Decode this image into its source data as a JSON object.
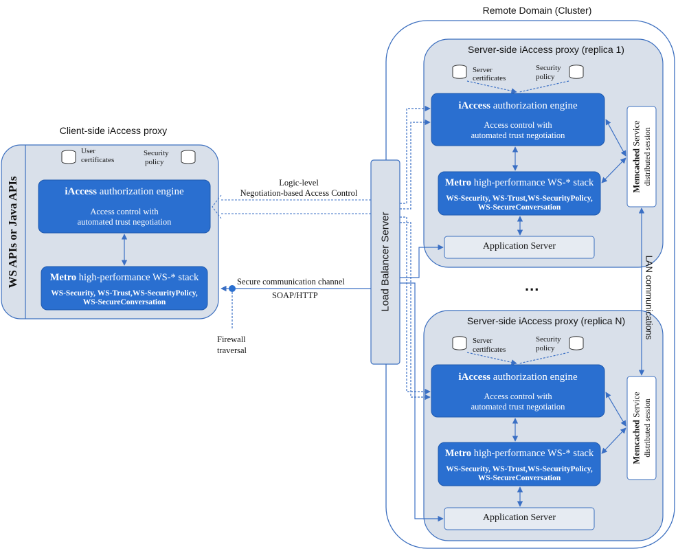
{
  "remote_domain": {
    "title": "Remote Domain (Cluster)"
  },
  "client": {
    "title": "Client-side iAccess proxy",
    "side_label": "WS APIs or Java APIs",
    "certs_label_1": "User",
    "certs_label_2": "certificates",
    "policy_label_1": "Security",
    "policy_label_2": "policy",
    "engine": {
      "name_bold": "iAccess",
      "name_rest": " authorization engine",
      "line1": "Access control with",
      "line2": "automated trust negotiation"
    },
    "stack": {
      "name_bold": "Metro",
      "name_rest": " high-performance WS-* stack",
      "line1": "WS-Security, WS-Trust,WS-SecurityPolicy,",
      "line2": "WS-SecureConversation"
    }
  },
  "channels": {
    "negotiation_1": "Logic-level",
    "negotiation_2": "Negotiation-based Access Control",
    "secure_1": "Secure communication channel",
    "secure_2": "SOAP/HTTP",
    "firewall_1": "Firewall",
    "firewall_2": "traversal",
    "lan": "LAN communications",
    "ellipsis": "..."
  },
  "load_balancer": {
    "label": "Load Balancer Server"
  },
  "replicas": [
    {
      "title": "Server-side iAccess proxy (replica 1)",
      "certs_label_1": "Server",
      "certs_label_2": "certificates",
      "policy_label_1": "Security",
      "policy_label_2": "policy",
      "engine": {
        "name_bold": "iAccess",
        "name_rest": " authorization engine",
        "line1": "Access control with",
        "line2": "automated trust negotiation"
      },
      "stack": {
        "name_bold": "Metro",
        "name_rest": " high-performance WS-* stack",
        "line1": "WS-Security, WS-Trust,WS-SecurityPolicy,",
        "line2": "WS-SecureConversation"
      },
      "app_server": "Application Server",
      "memcached_bold": "Memcached",
      "memcached_rest": " Service",
      "memcached_sub": "distributed session"
    },
    {
      "title": "Server-side iAccess proxy (replica N)",
      "certs_label_1": "Server",
      "certs_label_2": "certificates",
      "policy_label_1": "Security",
      "policy_label_2": "policy",
      "engine": {
        "name_bold": "iAccess",
        "name_rest": " authorization engine",
        "line1": "Access control with",
        "line2": "automated trust negotiation"
      },
      "stack": {
        "name_bold": "Metro",
        "name_rest": " high-performance WS-* stack",
        "line1": "WS-Security, WS-Trust,WS-SecurityPolicy,",
        "line2": "WS-SecureConversation"
      },
      "app_server": "Application Server",
      "memcached_bold": "Memcached",
      "memcached_rest": " Service",
      "memcached_sub": "distributed session"
    }
  ],
  "colors": {
    "blue_box": "#2a6fd0",
    "blue_box_stroke": "#1d58ad",
    "proxy_fill": "#d9e0ea",
    "proxy_stroke": "#3c6fbf",
    "connector": "#3a6fc4"
  }
}
